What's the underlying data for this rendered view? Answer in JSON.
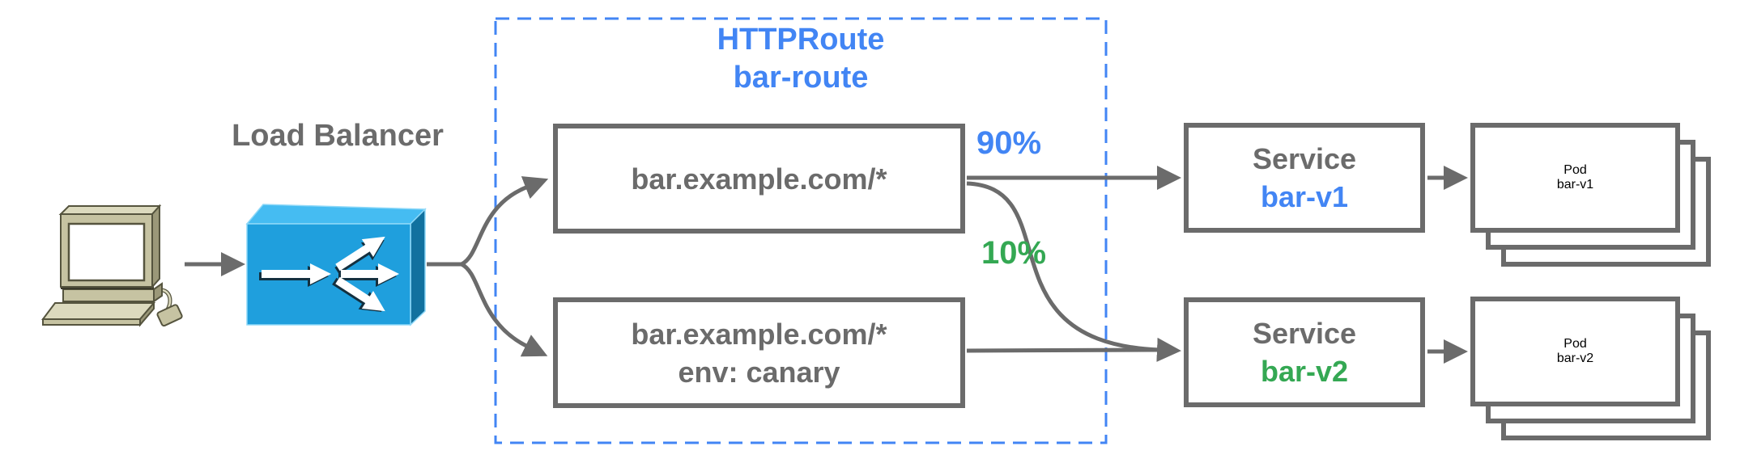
{
  "colors": {
    "gray": "#6B6B6B",
    "blue": "#4285F4",
    "green": "#34A853",
    "lb_front": "#1F9FDD",
    "lb_top": "#45BCF2",
    "lb_side": "#11719F",
    "lb_arrow_shadow": "#14303F",
    "computer_body": "#C6C3A2",
    "computer_top": "#DCDABE",
    "computer_side": "#9B9879",
    "computer_outline": "#55543E"
  },
  "client": {
    "icon": "desktop-computer"
  },
  "load_balancer": {
    "label": "Load Balancer"
  },
  "httproute": {
    "kind": "HTTPRoute",
    "name": "bar-route"
  },
  "routes": [
    {
      "match": "bar.example.com/*",
      "weight": "90%"
    },
    {
      "match": "bar.example.com/*",
      "header": "env: canary",
      "weight": "10%"
    }
  ],
  "services": [
    {
      "kind": "Service",
      "name": "bar-v1"
    },
    {
      "kind": "Service",
      "name": "bar-v2"
    }
  ],
  "pods": [
    {
      "kind": "Pod",
      "name": "bar-v1"
    },
    {
      "kind": "Pod",
      "name": "bar-v2"
    }
  ]
}
